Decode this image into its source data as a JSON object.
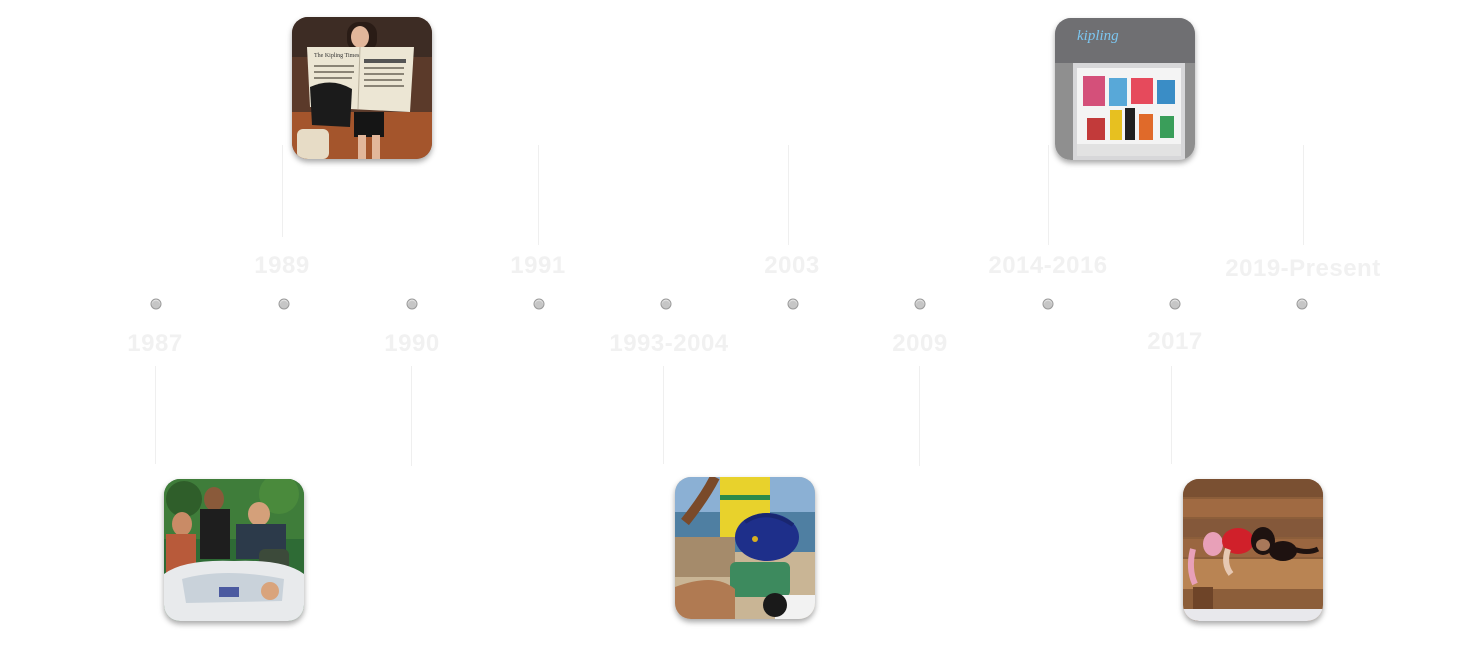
{
  "timeline": {
    "top_years": [
      "1989",
      "1991",
      "2003",
      "2014-2016",
      "2019-Present"
    ],
    "bottom_years": [
      "1987",
      "1990",
      "1993-2004",
      "2009",
      "2017"
    ]
  },
  "photos": {
    "store_sign_text": "kipling",
    "newspaper_title": "The Kipling Times"
  },
  "colors": {
    "year_label": "#f1f1f1",
    "dot_fill": "#c6c6c6",
    "connector": "#efefef"
  }
}
